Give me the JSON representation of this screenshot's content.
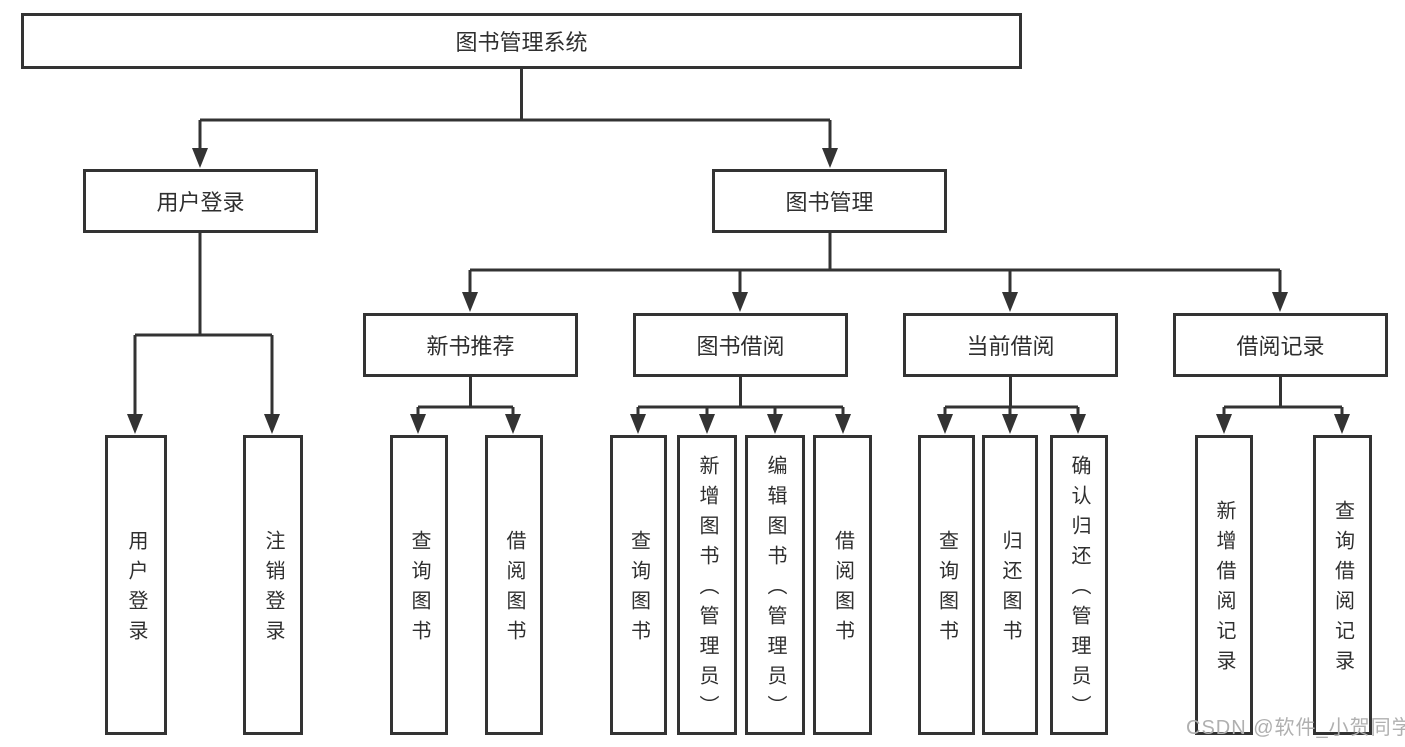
{
  "diagram": {
    "root": {
      "label": "图书管理系统"
    },
    "modules": [
      {
        "label": "用户登录",
        "children": [
          {
            "label": "用户登录"
          },
          {
            "label": "注销登录"
          }
        ]
      },
      {
        "label": "图书管理",
        "children": [
          {
            "label": "新书推荐",
            "children": [
              {
                "label": "查询图书"
              },
              {
                "label": "借阅图书"
              }
            ]
          },
          {
            "label": "图书借阅",
            "children": [
              {
                "label": "查询图书"
              },
              {
                "label": "新增图书（管理员）"
              },
              {
                "label": "编辑图书（管理员）"
              },
              {
                "label": "借阅图书"
              }
            ]
          },
          {
            "label": "当前借阅",
            "children": [
              {
                "label": "查询图书"
              },
              {
                "label": "归还图书"
              },
              {
                "label": "确认归还（管理员）"
              }
            ]
          },
          {
            "label": "借阅记录",
            "children": [
              {
                "label": "新增借阅记录"
              },
              {
                "label": "查询借阅记录"
              }
            ]
          }
        ]
      }
    ],
    "line_color": "#333333"
  },
  "watermark": {
    "text": "CSDN @软件_小贺同学"
  }
}
